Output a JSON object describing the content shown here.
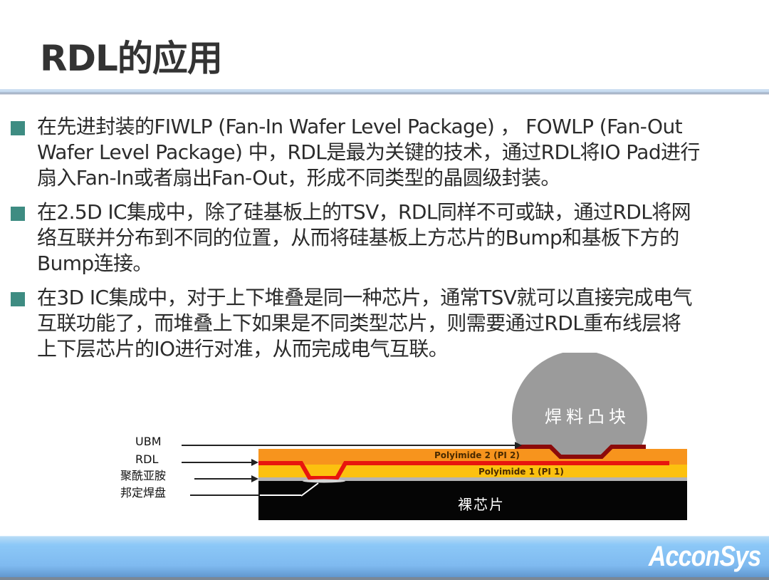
{
  "slide": {
    "title": "RDL的应用",
    "bullets": [
      {
        "lines": [
          "在先进封装的FIWLP (Fan-In Wafer Level Package) ， FOWLP (Fan-Out",
          "Wafer Level Package) 中，RDL是最为关键的技术，通过RDL将IO Pad进行",
          "扇入Fan-In或者扇出Fan-Out，形成不同类型的晶圆级封装。"
        ]
      },
      {
        "lines": [
          "在2.5D IC集成中，除了硅基板上的TSV，RDL同样不可或缺，通过RDL将网",
          "络互联并分布到不同的位置，从而将硅基板上方芯片的Bump和基板下方的",
          "Bump连接。"
        ]
      },
      {
        "lines": [
          "在3D IC集成中，对于上下堆叠是同一种芯片，通常TSV就可以直接完成电气",
          "互联功能了，而堆叠上下如果是不同类型芯片，则需要通过RDL重布线层将",
          "上下层芯片的IO进行对准，从而完成电气互联。"
        ]
      }
    ],
    "bullet_color": "#3e8c82"
  },
  "diagram": {
    "labels": {
      "ubm": "UBM",
      "rdl": "RDL",
      "polyimide": "聚酰亚胺",
      "bond_pad": "邦定焊盘"
    },
    "bump_label": "焊料凸块",
    "pi2_label": "Polyimide 2 (PI 2)",
    "pi1_label": "Polyimide 1 (PI 1)",
    "die_label": "裸芯片",
    "colors": {
      "pi2": "#f7941d",
      "pi1": "#fcc10f",
      "rdl": "#e8150e",
      "ubm": "#8b0a0a",
      "passivation": "#b4b4b4",
      "die": "#050505",
      "bump": "#9b9b9b"
    }
  },
  "footer": {
    "brand": "AcconSys"
  }
}
